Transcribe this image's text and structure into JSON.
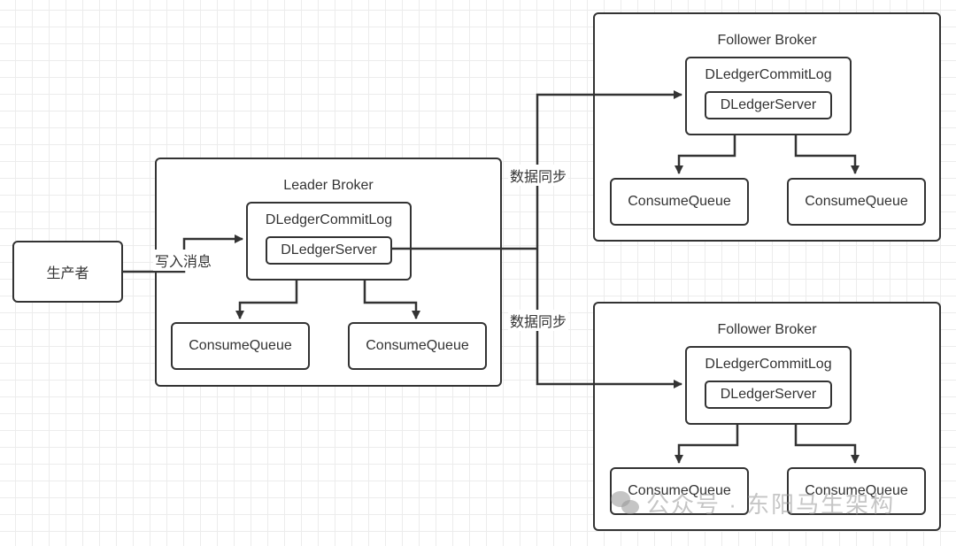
{
  "producer": {
    "label": "生产者"
  },
  "write_label": "写入消息",
  "sync_labels": [
    "数据同步",
    "数据同步"
  ],
  "leader": {
    "title": "Leader Broker",
    "commitlog": "DLedgerCommitLog",
    "server": "DLedgerServer",
    "queues": [
      "ConsumeQueue",
      "ConsumeQueue"
    ]
  },
  "followers": [
    {
      "title": "Follower Broker",
      "commitlog": "DLedgerCommitLog",
      "server": "DLedgerServer",
      "queues": [
        "ConsumeQueue",
        "ConsumeQueue"
      ]
    },
    {
      "title": "Follower Broker",
      "commitlog": "DLedgerCommitLog",
      "server": "DLedgerServer",
      "queues": [
        "ConsumeQueue",
        "ConsumeQueue"
      ]
    }
  ],
  "watermark": {
    "text": "公众号 · 东阳马生架构",
    "icon": "wechat-icon"
  }
}
